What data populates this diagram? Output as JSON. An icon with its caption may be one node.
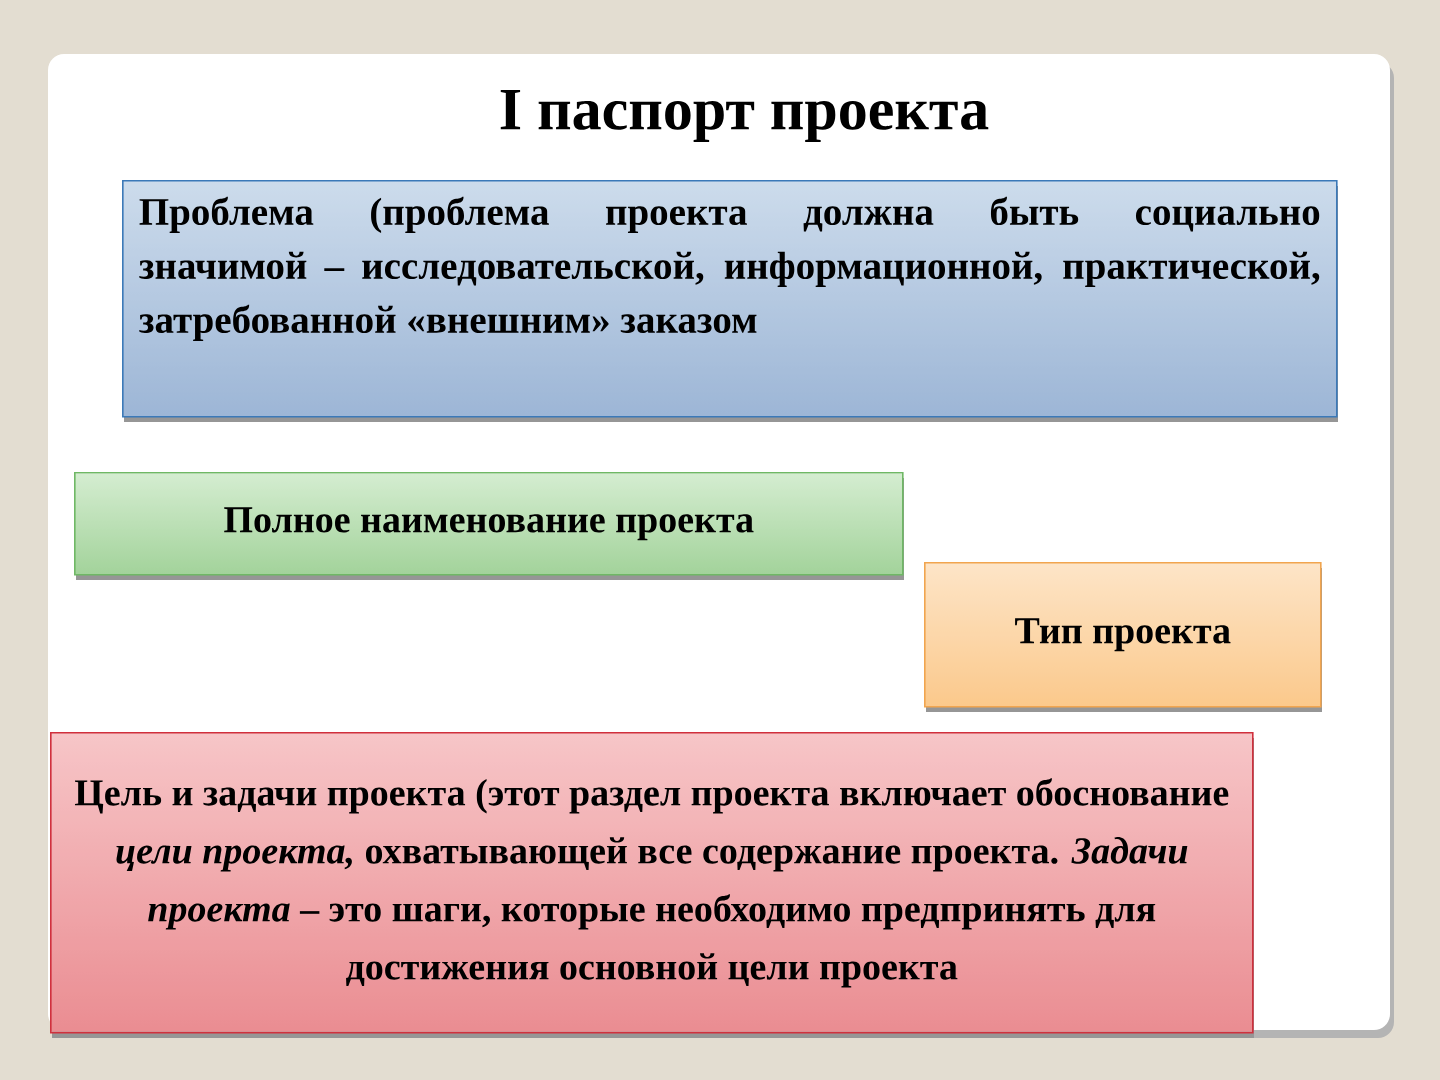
{
  "diagram": {
    "title": "I паспорт проекта",
    "nodes": [
      {
        "text": [
          "Проблема (проблема проекта должна быть социально значимой – исследовательской, информационной, практической, затребованной «внешним» заказом"
        ]
      },
      {
        "text": [
          "Полное наименование проекта"
        ]
      },
      {
        "text": [
          "Тип проекта"
        ]
      },
      {
        "text": [
          "Цель  и задачи проекта (этот раздел проекта включает обоснование *цели проекта,* охватывающей все содержание проекта. *Задачи проекта* – это шаги, которые необходимо предпринять для достижения основной цели проекта"
        ]
      }
    ]
  }
}
